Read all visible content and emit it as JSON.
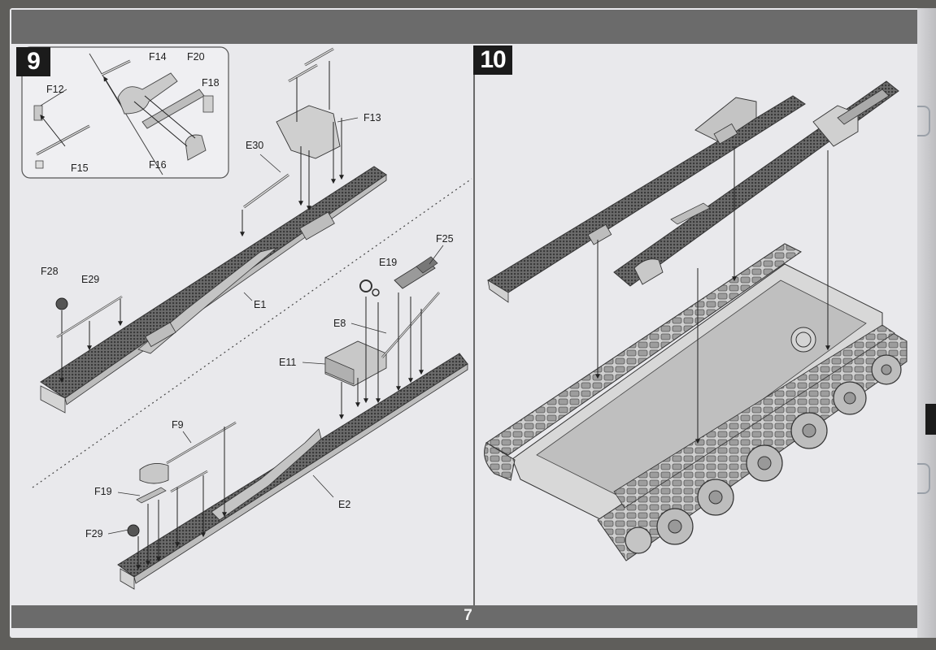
{
  "page": {
    "number": "7"
  },
  "steps": [
    {
      "number": "9"
    },
    {
      "number": "10"
    }
  ],
  "inset_labels": {
    "f12": "F12",
    "f14": "F14",
    "f15": "F15",
    "f16": "F16",
    "f18": "F18",
    "f20": "F20"
  },
  "step9_labels": {
    "f13": "F13",
    "e30": "E30",
    "e1": "E1",
    "f28": "F28",
    "e29": "E29",
    "f25": "F25",
    "e19": "E19",
    "e8": "E8",
    "e11": "E11",
    "f9": "F9",
    "f19": "F19",
    "e2": "E2",
    "f29": "F29"
  },
  "colors": {
    "band": "#6b6b6b",
    "badge": "#1b1b1b",
    "paper": "#e9e9ec",
    "line": "#333333"
  }
}
